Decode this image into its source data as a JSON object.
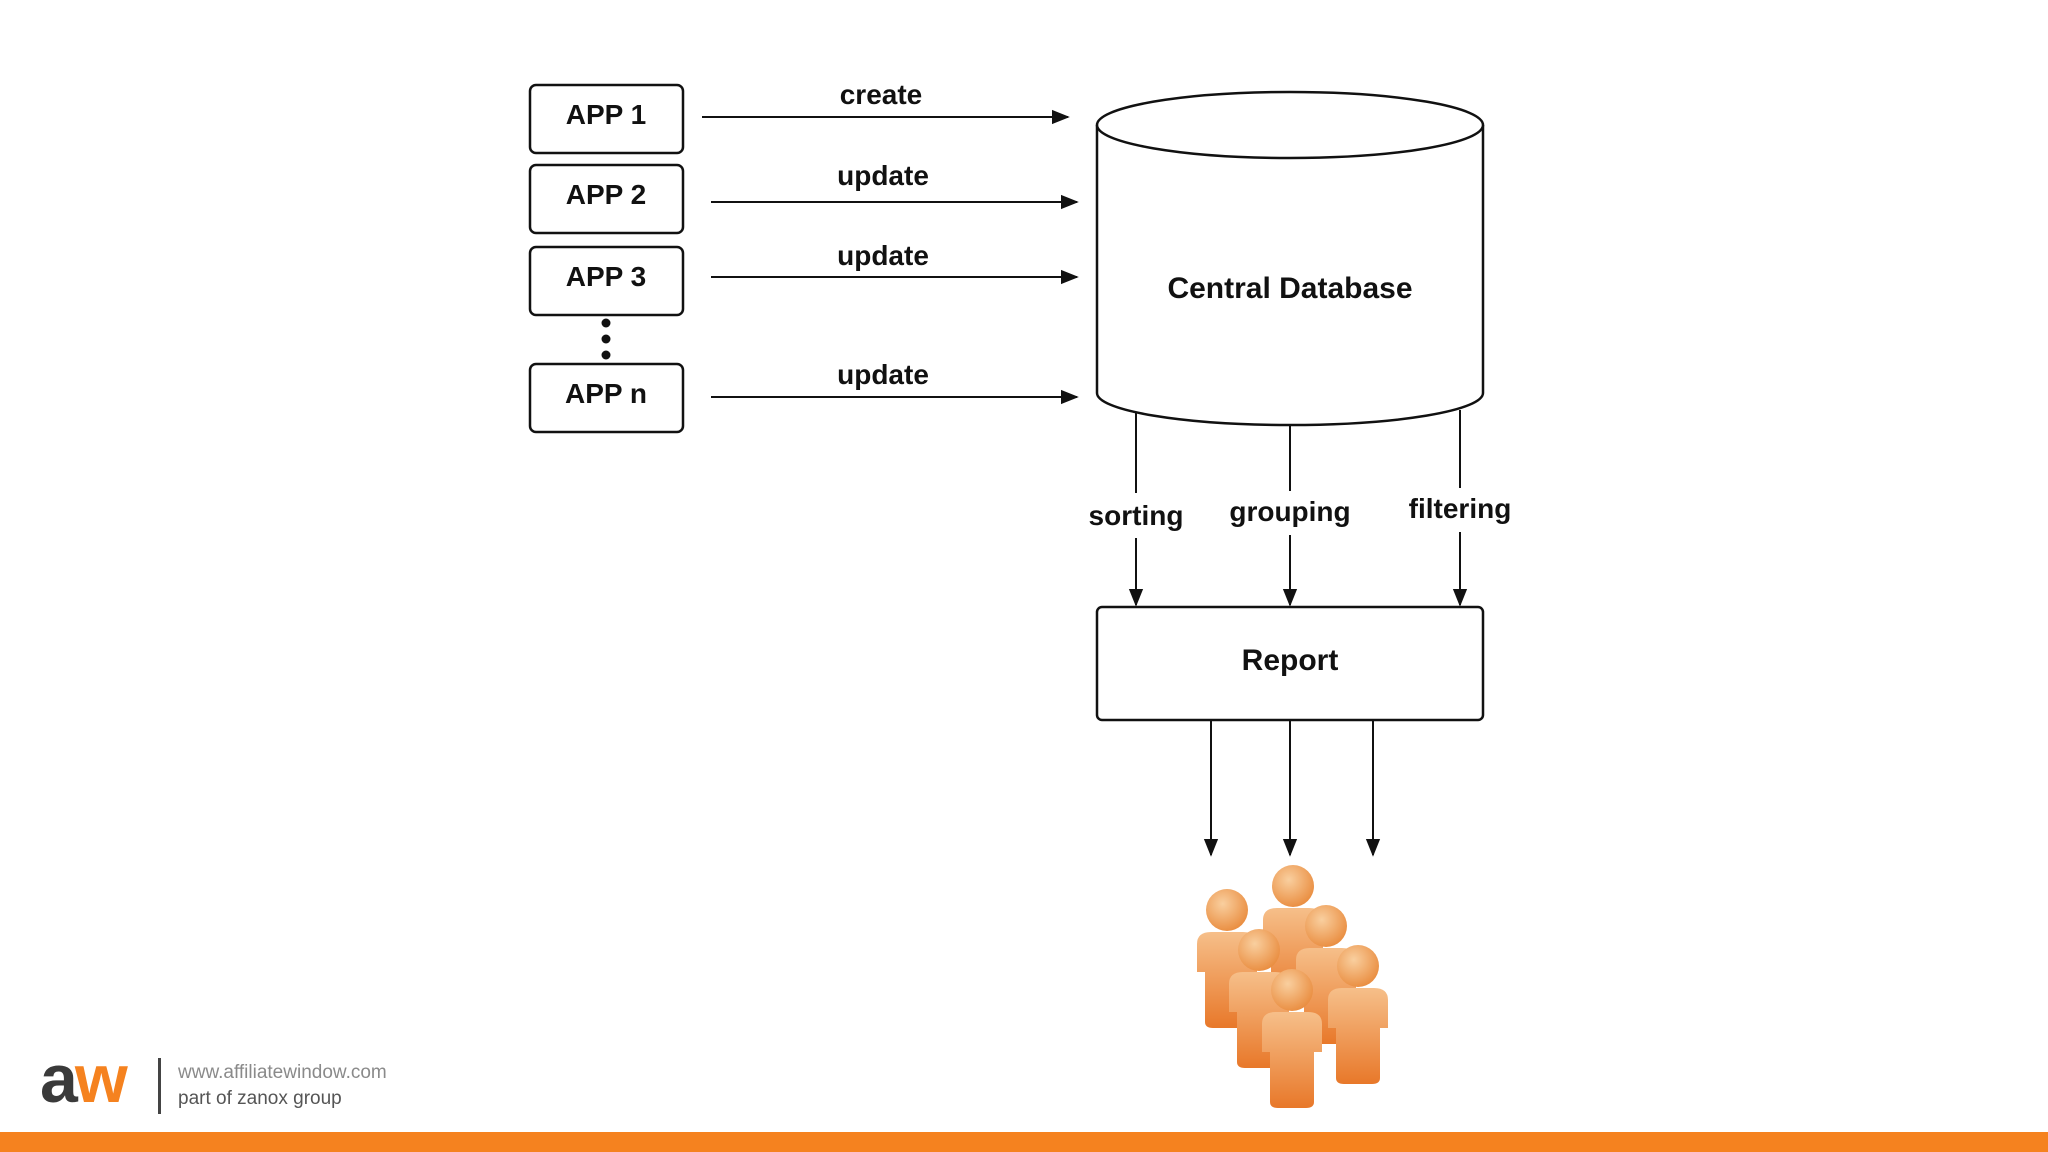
{
  "diagram": {
    "apps": [
      {
        "label": "APP 1",
        "action": "create"
      },
      {
        "label": "APP 2",
        "action": "update"
      },
      {
        "label": "APP 3",
        "action": "update"
      },
      {
        "label": "APP n",
        "action": "update"
      }
    ],
    "database_label": "Central Database",
    "operations": [
      "sorting",
      "grouping",
      "filtering"
    ],
    "report_label": "Report",
    "audience_icon": "people-group-icon"
  },
  "branding": {
    "logo_a": "a",
    "logo_w": "w",
    "url": "www.affiliatewindow.com",
    "subtitle": "part of zanox group"
  },
  "colors": {
    "accent": "#f5821f",
    "logo_dark": "#3a3a3a",
    "people": "#ee9a55"
  }
}
